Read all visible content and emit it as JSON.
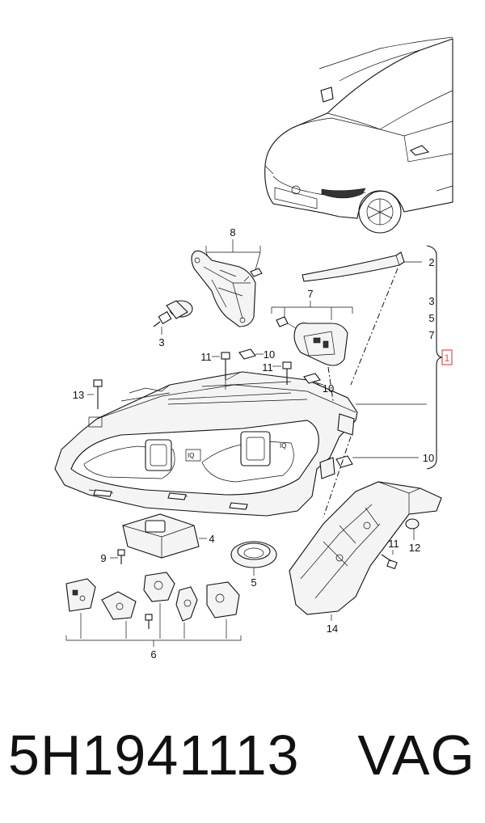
{
  "callouts": {
    "c1": "1",
    "c2": "2",
    "c3a": "3",
    "c3b": "3",
    "c4": "4",
    "c5a": "5",
    "c5b": "5",
    "c6": "6",
    "c7a": "7",
    "c7b": "7",
    "c8": "8",
    "c9": "9",
    "c10a": "10",
    "c10b": "10",
    "c10c": "10",
    "c11a": "11",
    "c11b": "11",
    "c11c": "11",
    "c12": "12",
    "c13": "13",
    "c14": "14"
  },
  "footer": {
    "part_number": "5H1941113",
    "brand": "VAG"
  },
  "colors": {
    "line": "#111111",
    "highlight": "#e05050"
  }
}
